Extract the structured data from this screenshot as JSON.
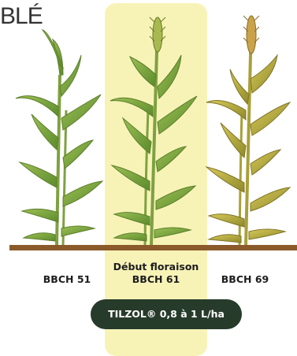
{
  "title": "BLÉ",
  "stages": [
    {
      "code": "BBCH 51",
      "caption": ""
    },
    {
      "code": "BBCH 61",
      "caption": "Début floraison"
    },
    {
      "code": "BBCH 69",
      "caption": ""
    }
  ],
  "dose_badge": "TILZOL® 0,8 à 1 L/ha",
  "colors": {
    "highlight": "#f7f3b7",
    "ground": "#8a5a2b",
    "badge": "#273b2a",
    "leaf_green": "#79a640",
    "leaf_yellow": "#b7a33b"
  }
}
